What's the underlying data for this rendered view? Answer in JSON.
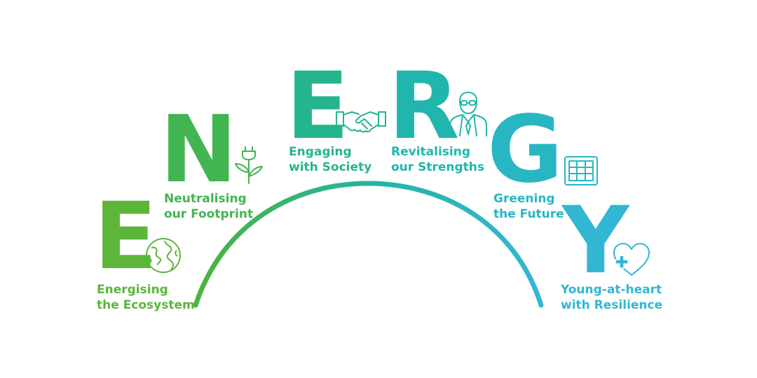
{
  "colors": {
    "e1": "#5bb63a",
    "n": "#43b452",
    "e2": "#25b58e",
    "r": "#20b6ad",
    "g": "#28b6c3",
    "y": "#32b6d3"
  },
  "pillars": [
    {
      "letter": "E",
      "line1": "Energising",
      "line2": "the Ecosystem",
      "icon": "globe-icon"
    },
    {
      "letter": "N",
      "line1": "Neutralising",
      "line2": "our Footprint",
      "icon": "plug-plant-icon"
    },
    {
      "letter": "E",
      "line1": "Engaging",
      "line2": "with Society",
      "icon": "handshake-icon"
    },
    {
      "letter": "R",
      "line1": "Revitalising",
      "line2": "our Strengths",
      "icon": "businessman-icon"
    },
    {
      "letter": "G",
      "line1": "Greening",
      "line2": "the Future",
      "icon": "solar-panel-icon"
    },
    {
      "letter": "Y",
      "line1": "Young-at-heart",
      "line2": "with Resilience",
      "icon": "heart-plus-icon"
    }
  ]
}
